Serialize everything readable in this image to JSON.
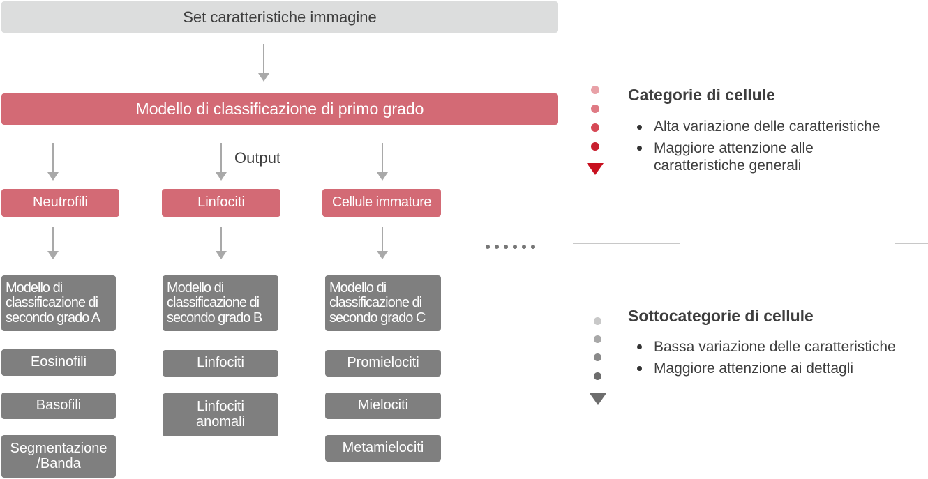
{
  "top_box": "Set caratteristiche immagine",
  "first_model": "Modello di classificazione di primo grado",
  "output_label": "Output",
  "categories": [
    {
      "label": "Neutrofili",
      "model_lines": [
        "Modello di",
        "classificazione di",
        "secondo grado A"
      ],
      "subs": [
        [
          "Eosinofili"
        ],
        [
          "Basofili"
        ],
        [
          "Segmentazione",
          "/Banda"
        ]
      ]
    },
    {
      "label": "Linfociti",
      "model_lines": [
        "Modello di",
        "classificazione di",
        "secondo grado B"
      ],
      "subs": [
        [
          "Linfociti"
        ],
        [
          "Linfociti",
          "anomali"
        ]
      ]
    },
    {
      "label": "Cellule immature",
      "model_lines": [
        "Modello di",
        "classificazione di",
        "secondo grado C"
      ],
      "subs": [
        [
          "Promielociti"
        ],
        [
          "Mielociti"
        ],
        [
          "Metamielociti"
        ]
      ]
    }
  ],
  "legend_top": {
    "title": "Categorie di cellule",
    "items": [
      "Alta variazione delle caratteristiche",
      "Maggiore attenzione alle caratteristiche generali"
    ],
    "color": "#c8202f"
  },
  "legend_bottom": {
    "title": "Sottocategorie di cellule",
    "items": [
      "Bassa variazione delle caratteristiche",
      "Maggiore attenzione ai dettagli"
    ],
    "color": "#6d6d6d"
  },
  "colors": {
    "red": "#d36a75",
    "gray": "#7f7f7f",
    "light": "#dcdddd",
    "arrow": "#a9a9a9"
  }
}
